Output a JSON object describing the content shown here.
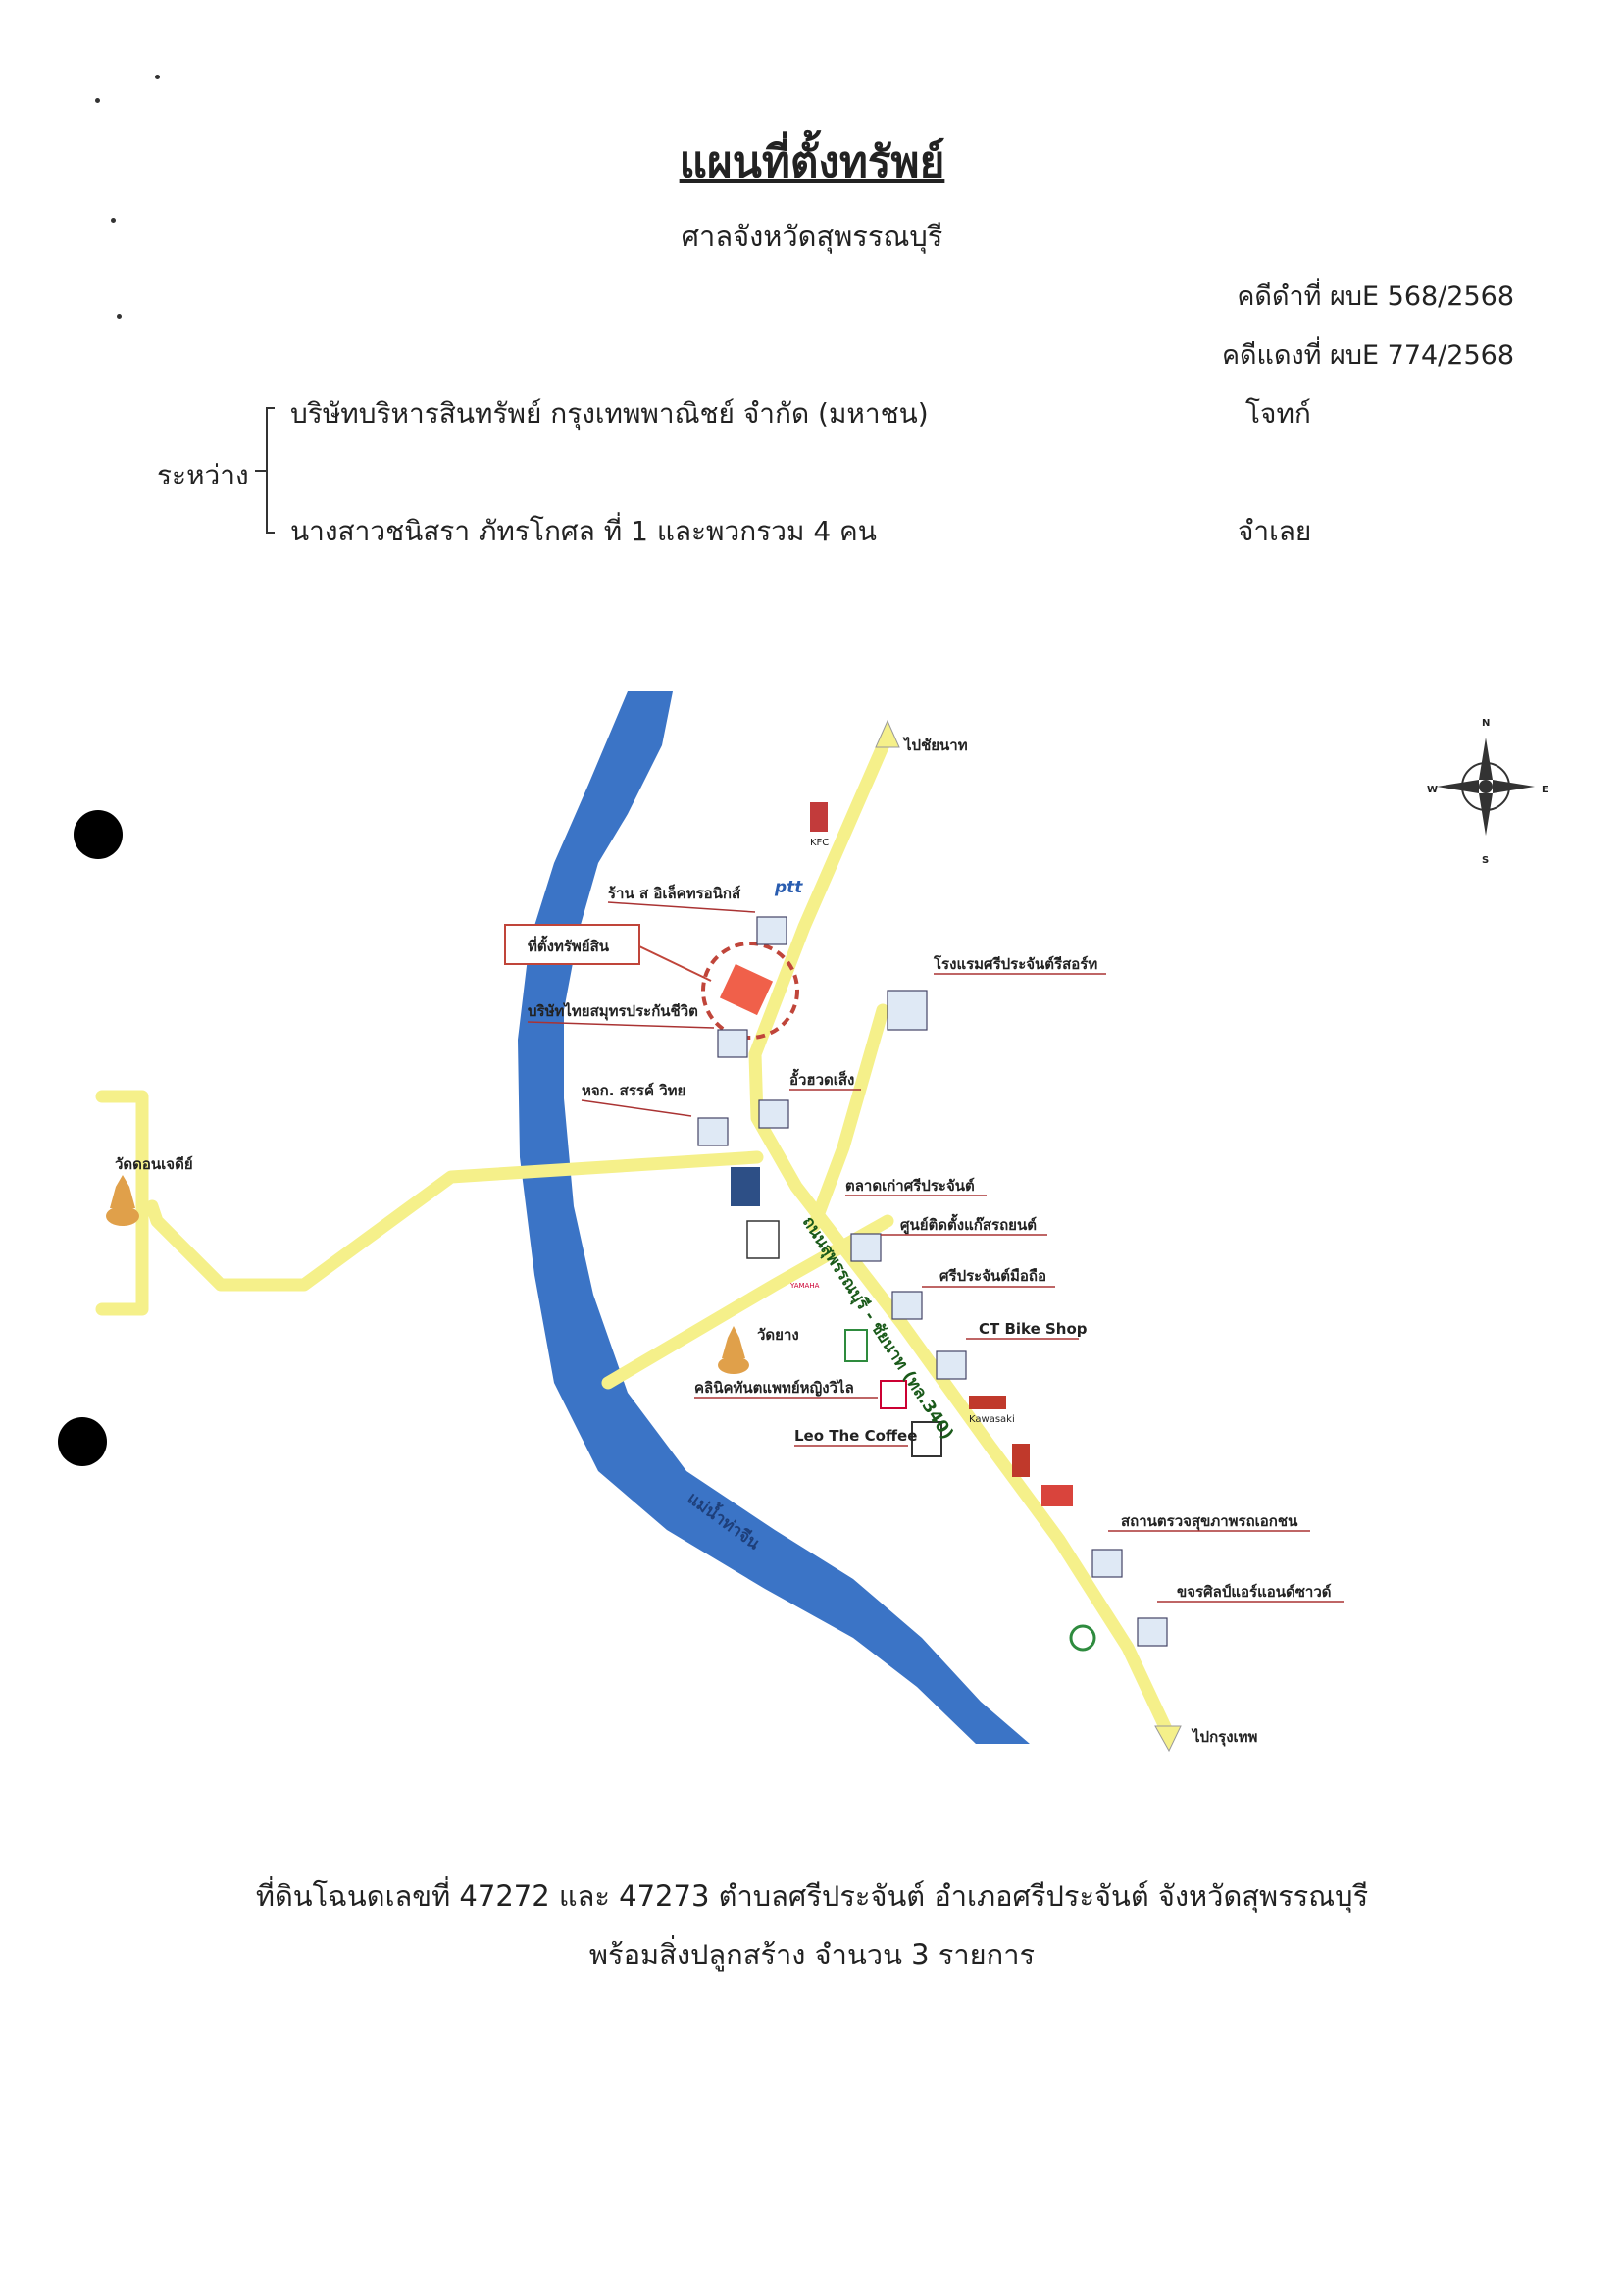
{
  "header": {
    "title": "แผนที่ตั้งทรัพย์",
    "court": "ศาลจังหวัดสุพรรณบุรี",
    "black_case": "คดีดำที่ ผบE 568/2568",
    "red_case": "คดีแดงที่ ผบE 774/2568"
  },
  "parties": {
    "between_label": "ระหว่าง",
    "plaintiff_name": "บริษัทบริหารสินทรัพย์ กรุงเทพพาณิชย์ จำกัด (มหาชน)",
    "plaintiff_role": "โจทก์",
    "defendant_name": "นางสาวชนิสรา ภัทรโกศล ที่ 1 และพวกรวม 4 คน",
    "defendant_role": "จำเลย"
  },
  "map": {
    "compass": {
      "n": "N",
      "s": "S",
      "e": "E",
      "w": "W"
    },
    "labels": {
      "to_chainat": "ไปชัยนาท",
      "to_bangkok": "ไปกรุงเทพ",
      "property_location": "ที่ตั้งทรัพย์สิน",
      "electronics_shop": "ร้าน ส อิเล็คทรอนิกส์",
      "ptt": "ptt",
      "kfc": "KFC",
      "hotel": "โรงแรมศรีประจันต์รีสอร์ท",
      "insurance": "บริษัทไทยสมุทรประกันชีวิต",
      "sarn_vitaya": "หจก. สรรค์ วิทย",
      "auto_shop": "อั้วฮวดเส็ง",
      "wat_don_chedi": "วัดดอนเจดีย์",
      "old_market": "ตลาดเก่าศรีประจันต์",
      "gas_center": "ศูนย์ติดตั้งแก๊สรถยนต์",
      "phone_shop": "ศรีประจันต์มือถือ",
      "wat_yang": "วัดยาง",
      "bike_shop": "CT Bike Shop",
      "dental_clinic": "คลินิคทันตแพทย์หญิงวิไล",
      "coffee": "Leo The Coffee",
      "health_center": "สถานตรวจสุขภาพรถเอกชน",
      "air_shop": "ขจรศิลป์แอร์แอนด์ซาวด์",
      "road_name": "ถนนสุพรรณบุรี - ชัยนาท (ทล.340)",
      "river_name": "แม่น้ำท่าจีน",
      "yamaha": "YAMAHA",
      "kawasaki": "Kawasaki"
    }
  },
  "footer": {
    "line1": "ที่ดินโฉนดเลขที่  47272 และ 47273  ตำบลศรีประจันต์  อำเภอศรีประจันต์  จังหวัดสุพรรณบุรี",
    "line2": "พร้อมสิ่งปลูกสร้าง จำนวน 3 รายการ"
  },
  "colors": {
    "river": "#3b74c6",
    "road": "#f5f08a",
    "property": "#f0604a",
    "marker_circle": "#c0453a"
  }
}
